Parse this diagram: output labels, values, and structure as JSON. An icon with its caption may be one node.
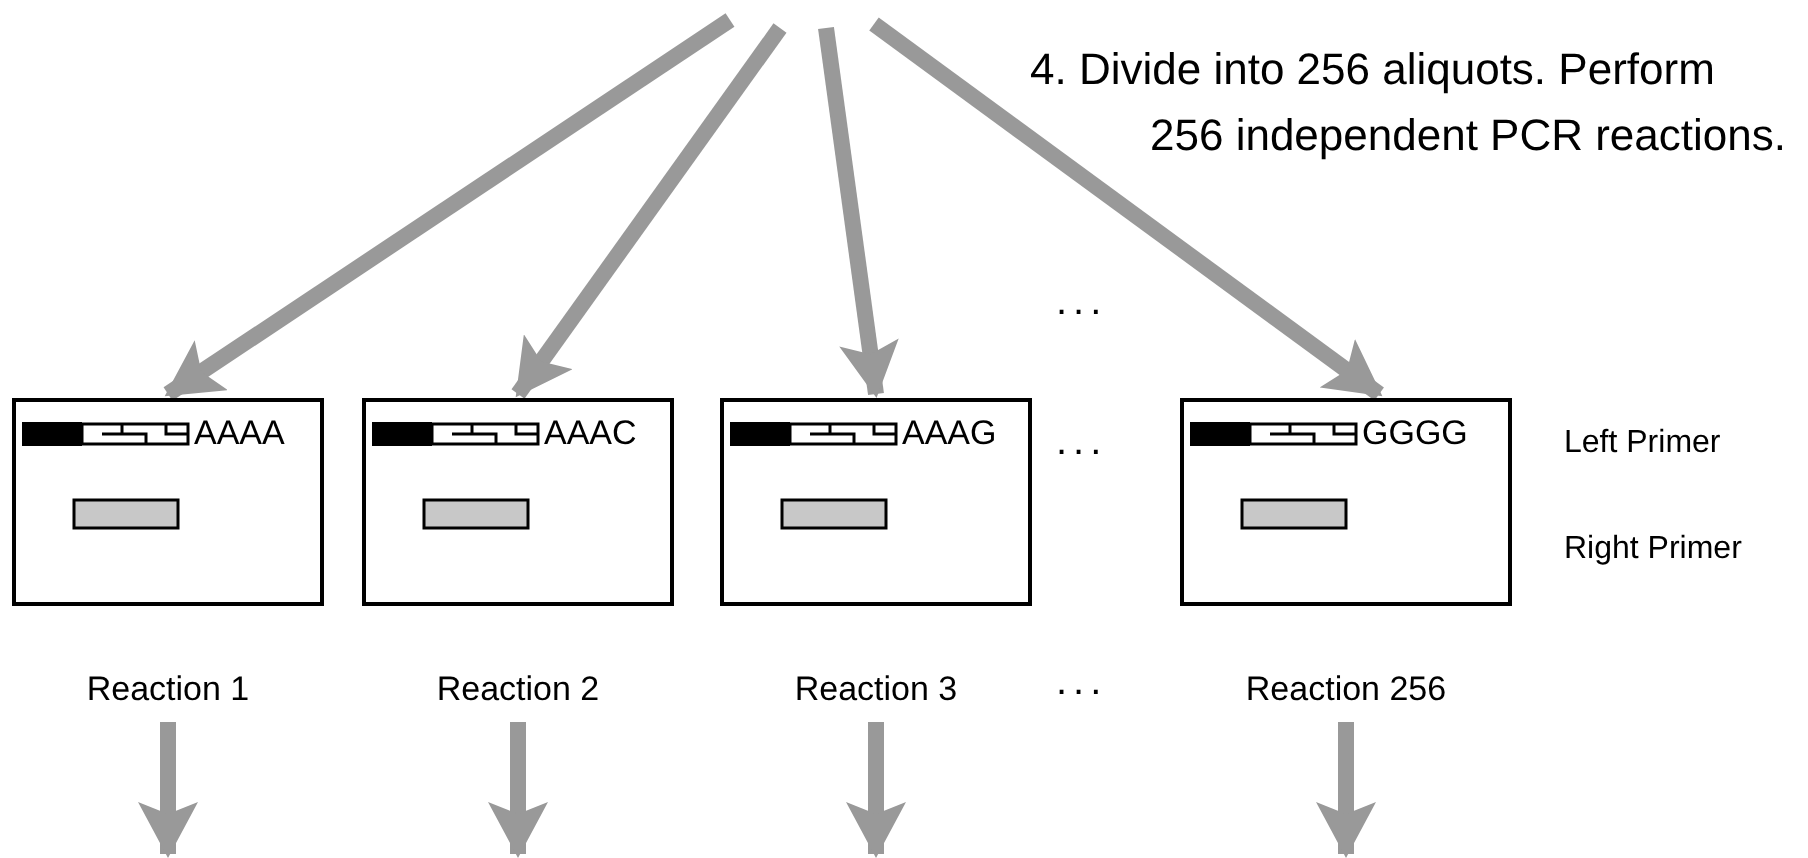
{
  "diagram": {
    "nodes": [
      {
        "text": [
          "AAAA"
        ],
        "beside": [
          "Reaction 1"
        ]
      },
      {
        "text": [
          "AAAC"
        ],
        "beside": [
          "Reaction 2"
        ]
      },
      {
        "text": [
          "AAAG"
        ],
        "beside": [
          "Reaction 3"
        ]
      },
      {
        "text": [
          "GGGG"
        ],
        "beside": [
          "Reaction 256"
        ]
      }
    ],
    "edges": [
      {
        "from": null,
        "to": 0,
        "arrow": "to"
      },
      {
        "from": null,
        "to": 1,
        "arrow": "to"
      },
      {
        "from": null,
        "to": 2,
        "arrow": "to"
      },
      {
        "from": null,
        "to": 3,
        "arrow": "to"
      },
      {
        "from": 0,
        "to": null,
        "arrow": "to"
      },
      {
        "from": 1,
        "to": null,
        "arrow": "to"
      },
      {
        "from": 2,
        "to": null,
        "arrow": "to"
      },
      {
        "from": 3,
        "to": null,
        "arrow": "to"
      }
    ],
    "labels": [
      "4. Divide into 256 aliquots. Perform 256 independent PCR reactions.",
      "...",
      "...",
      "Left Primer",
      "Right Primer",
      "..."
    ]
  }
}
